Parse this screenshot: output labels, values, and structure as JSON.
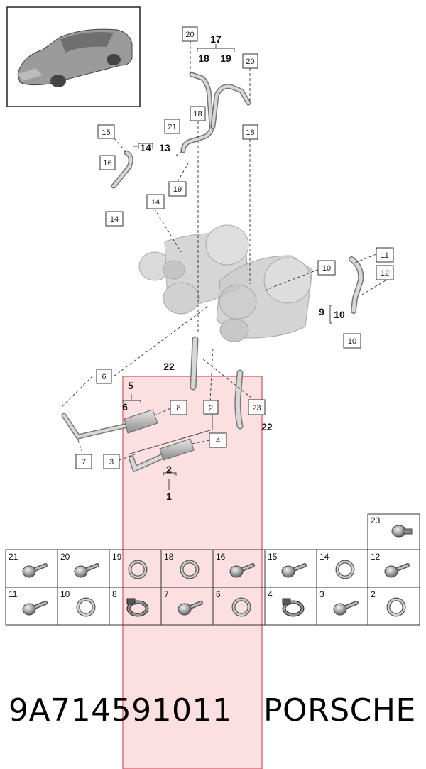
{
  "callouts": [
    {
      "id": "c20a",
      "text": "20"
    },
    {
      "id": "c20b",
      "text": "20"
    },
    {
      "id": "c18a",
      "text": "18"
    },
    {
      "id": "c18b",
      "text": "18"
    },
    {
      "id": "c21",
      "text": "21"
    },
    {
      "id": "c19",
      "text": "19"
    },
    {
      "id": "c15",
      "text": "15"
    },
    {
      "id": "c16",
      "text": "16"
    },
    {
      "id": "c14a",
      "text": "14"
    },
    {
      "id": "c14b",
      "text": "14"
    },
    {
      "id": "c11",
      "text": "11"
    },
    {
      "id": "c12",
      "text": "12"
    },
    {
      "id": "c10a",
      "text": "10"
    },
    {
      "id": "c10b",
      "text": "10"
    },
    {
      "id": "c6",
      "text": "6"
    },
    {
      "id": "c2",
      "text": "2"
    },
    {
      "id": "c8",
      "text": "8"
    },
    {
      "id": "c23",
      "text": "23"
    },
    {
      "id": "c4",
      "text": "4"
    },
    {
      "id": "c3",
      "text": "3"
    },
    {
      "id": "c7",
      "text": "7"
    }
  ],
  "groups": {
    "g17": "17",
    "g18": "18",
    "g19": "19",
    "g14": "14",
    "g13": "13",
    "g9": "9",
    "g10": "10",
    "g22a": "22",
    "g22b": "22",
    "g5": "5",
    "g6": "6",
    "g2": "2",
    "g1": "1"
  },
  "parts_grid": {
    "row0": [
      {
        "num": "23",
        "type": "bolt-flange"
      }
    ],
    "row1": [
      {
        "num": "21",
        "type": "bolt"
      },
      {
        "num": "20",
        "type": "bolt"
      },
      {
        "num": "19",
        "type": "ring"
      },
      {
        "num": "18",
        "type": "ring"
      },
      {
        "num": "16",
        "type": "bolt"
      },
      {
        "num": "15",
        "type": "bolt"
      },
      {
        "num": "14",
        "type": "ring"
      },
      {
        "num": "12",
        "type": "bolt"
      }
    ],
    "row2": [
      {
        "num": "11",
        "type": "bolt"
      },
      {
        "num": "10",
        "type": "ring"
      },
      {
        "num": "8",
        "type": "clamp"
      },
      {
        "num": "7",
        "type": "bolt"
      },
      {
        "num": "6",
        "type": "ring"
      },
      {
        "num": "4",
        "type": "clamp"
      },
      {
        "num": "3",
        "type": "bolt"
      },
      {
        "num": "2",
        "type": "ring"
      }
    ]
  },
  "footer": {
    "part_number": "9A714591011",
    "brand": "PORSCHE"
  },
  "colors": {
    "highlight_fill": "#f7c4c9",
    "highlight_stroke": "#e05b68",
    "line": "#333333"
  }
}
